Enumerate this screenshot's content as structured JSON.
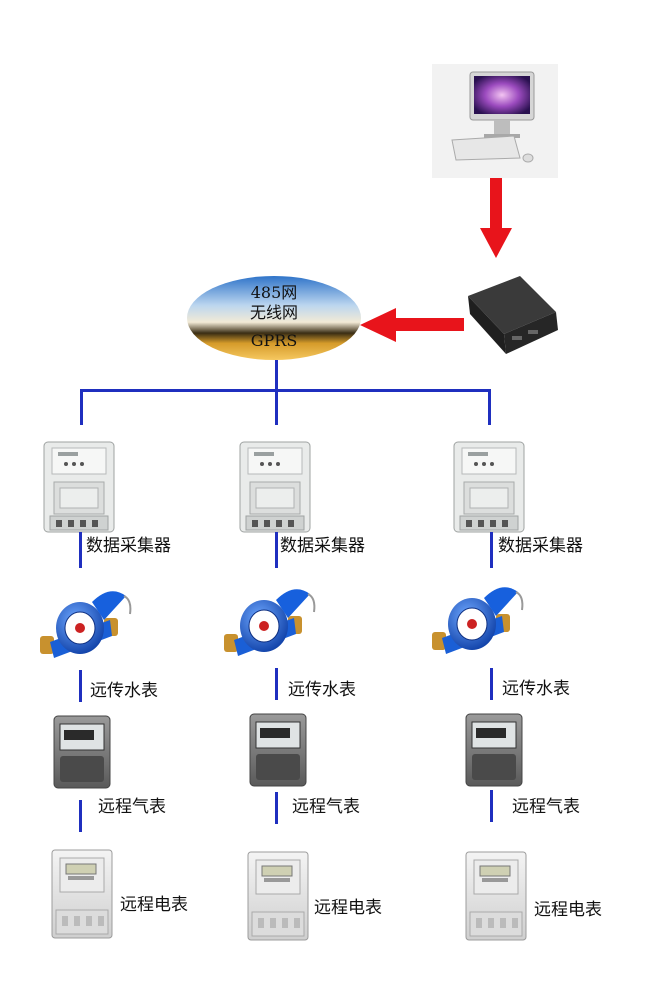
{
  "network": {
    "line1": "485网",
    "line2": "无线网",
    "line3": "GPRS"
  },
  "columns": [
    {
      "collector": "数据采集器",
      "water": "远传水表",
      "gas": "远程气表",
      "electric": "远程电表"
    },
    {
      "collector": "数据采集器",
      "water": "远传水表",
      "gas": "远程气表",
      "electric": "远程电表"
    },
    {
      "collector": "数据采集器",
      "water": "远传水表",
      "gas": "远程气表",
      "electric": "远程电表"
    }
  ],
  "colors": {
    "connector": "#1f2fbf",
    "arrow": "#e8141b",
    "water_meter": "#1a5fd6",
    "brass": "#c8912e"
  },
  "icons": {
    "computer": "desktop-computer-icon",
    "gateway": "gateway-router-icon",
    "collector": "data-collector-icon",
    "water": "water-meter-icon",
    "gas": "gas-meter-icon",
    "electric": "electric-meter-icon"
  }
}
